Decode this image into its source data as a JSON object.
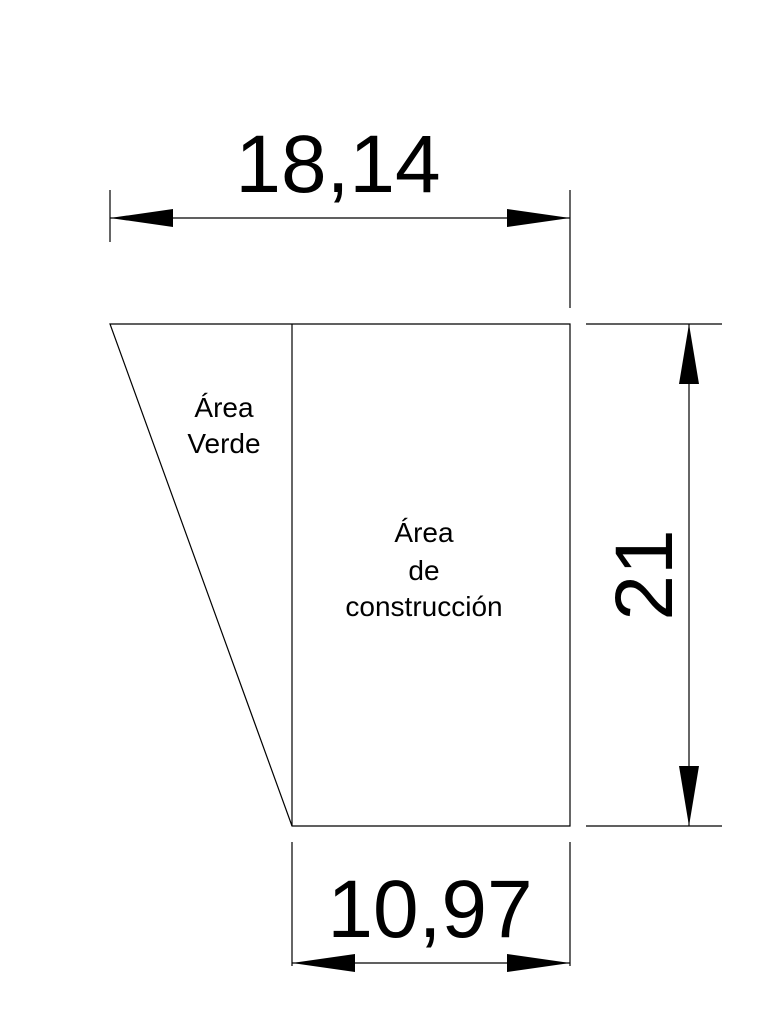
{
  "dimensions": {
    "top_width": "18,14",
    "bottom_width": "10,97",
    "height": "21"
  },
  "regions": {
    "green_area": {
      "line1": "Área",
      "line2": "Verde"
    },
    "construction_area": {
      "line1": "Área",
      "line2": "de",
      "line3": "construcción"
    }
  },
  "colors": {
    "stroke": "#000000",
    "background": "#ffffff"
  }
}
